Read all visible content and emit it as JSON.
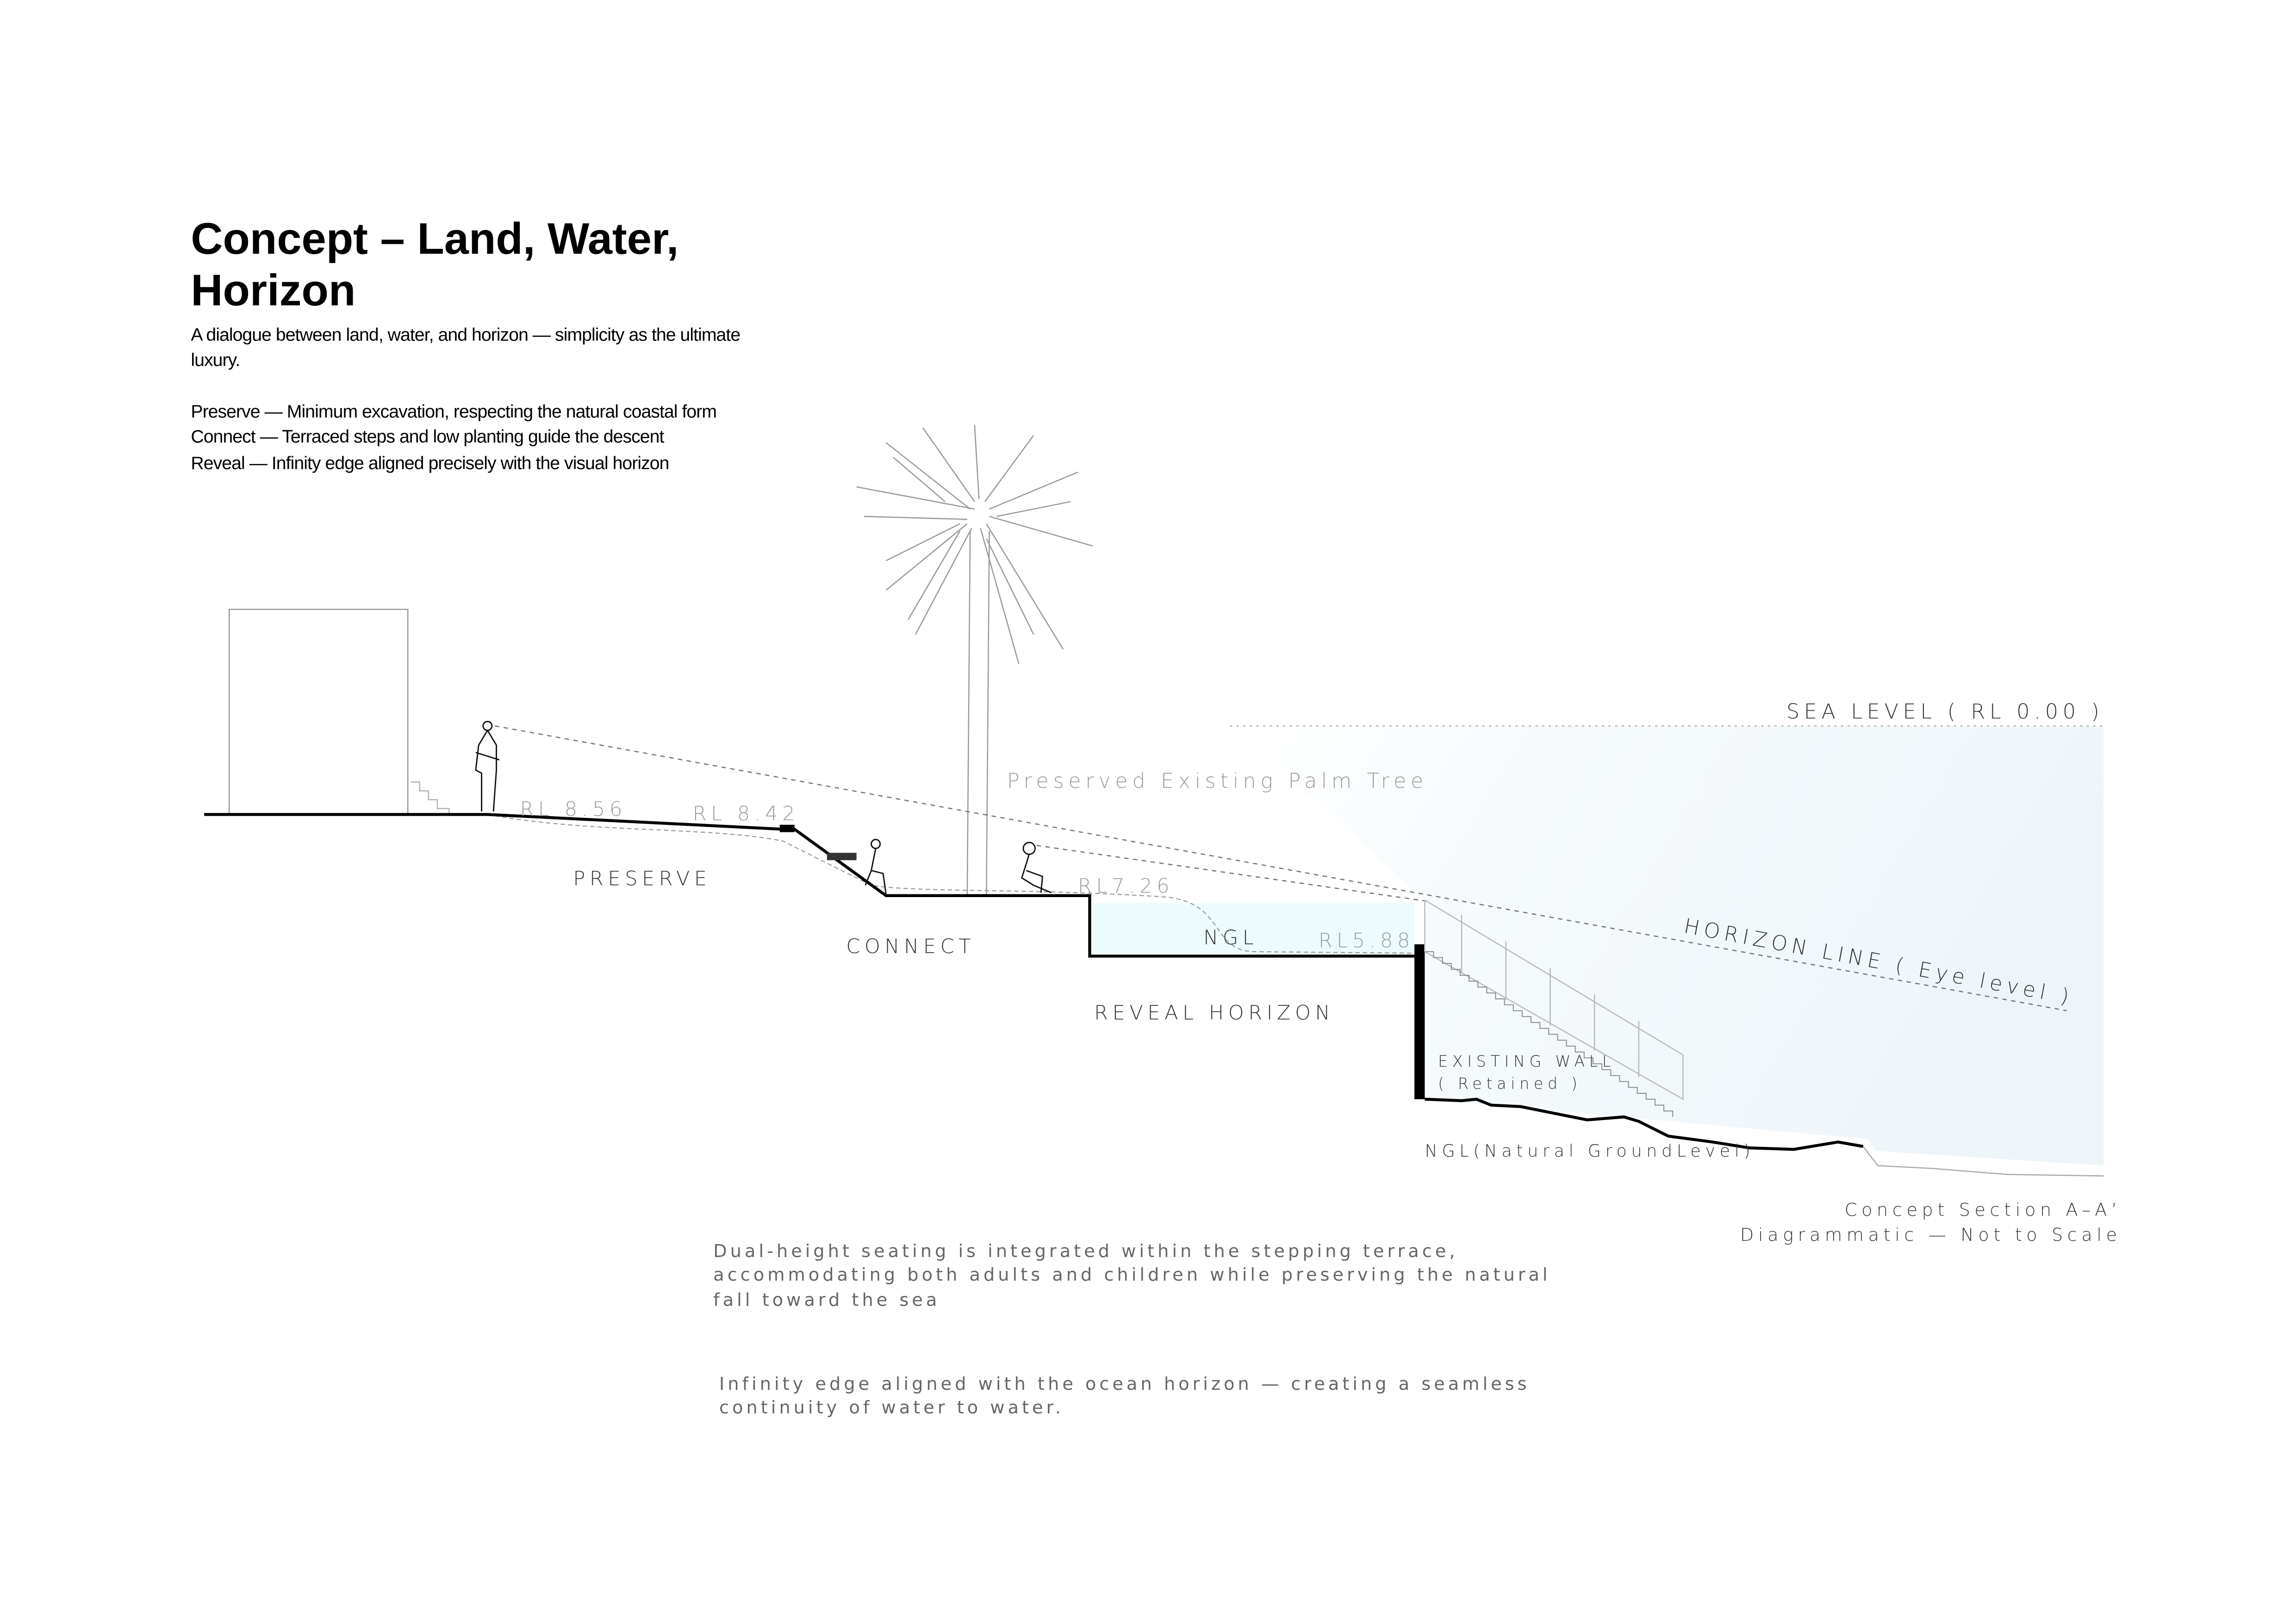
{
  "header": {
    "title_line1": "Concept – Land, Water,",
    "title_line2": "Horizon",
    "intro_line1": "A dialogue between land, water, and horizon — simplicity as the ultimate",
    "intro_line2": "luxury.",
    "principles": [
      "Preserve — Minimum excavation, respecting the natural coastal form",
      "Connect — Terraced steps and low planting guide the descent",
      "Reveal — Infinity edge aligned precisely with the visual horizon"
    ]
  },
  "section": {
    "sea_level": "SEA LEVEL ( RL 0.00 )",
    "horizon_line": "HORIZON LINE ( Eye level )",
    "palm_tree": "Preserved Existing Palm Tree",
    "rl_856": "RL 8.56",
    "rl_842": "RL 8.42",
    "rl_726": "RL7.26",
    "rl_588": "RL5.88",
    "ngl": "NGL",
    "zone_preserve": "PRESERVE",
    "zone_connect": "CONNECT",
    "zone_reveal": "REVEAL HORIZON",
    "existing_wall": "EXISTING WALL",
    "retained": "( Retained )",
    "ngl_full": "NGL(Natural GroundLevel)",
    "caption_line1": "Concept Section A–A’",
    "caption_line2": "Diagrammatic — Not to Scale"
  },
  "notes": {
    "seating": [
      "Dual-height seating is integrated within the stepping terrace,",
      "accommodating both adults and children while preserving the natural",
      "fall toward the sea"
    ],
    "infinity": [
      "Infinity edge aligned with the ocean horizon — creating a seamless",
      "continuity of water to water."
    ]
  },
  "colors": {
    "pool": "#eefbfd",
    "sea": "#f3f8fb",
    "ground": "#000000"
  }
}
